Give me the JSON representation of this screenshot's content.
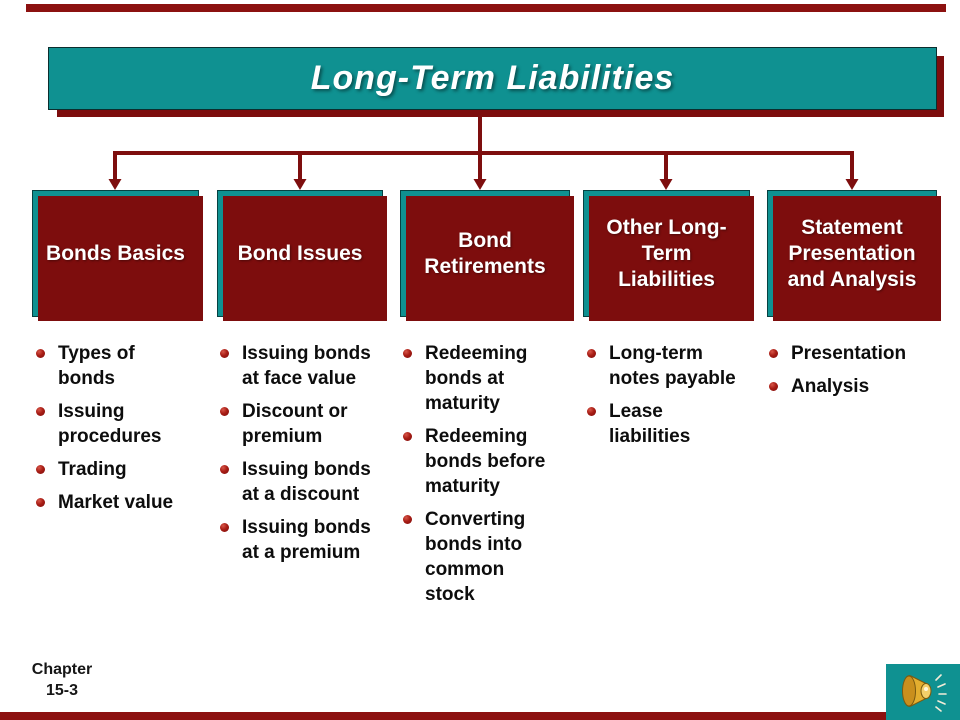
{
  "slide": {
    "title": "Long-Term Liabilities",
    "chapter": {
      "line1": "Chapter",
      "line2": "15-3"
    }
  },
  "colors": {
    "teal": "#0F9191",
    "shadow_maroon": "#7D0D0D",
    "connector_red": "#7E0E0E",
    "accent_bar_red": "#8C1110",
    "bullet_red": "#8A0F0F",
    "box_text": "#FFFFFF",
    "body_text": "#0D0D0D",
    "speaker_gold": "#D9A googles"
  },
  "columns": [
    {
      "heading": "Bonds Basics",
      "bullets": [
        "Types of\nbonds",
        "Issuing\nprocedures",
        "Trading",
        "Market value"
      ]
    },
    {
      "heading": "Bond Issues",
      "bullets": [
        "Issuing bonds\nat face value",
        "Discount or\npremium",
        "Issuing bonds\nat a discount",
        "Issuing bonds\nat a premium"
      ]
    },
    {
      "heading": "Bond\nRetirements",
      "bullets": [
        "Redeeming\nbonds at\nmaturity",
        "Redeeming\nbonds before\nmaturity",
        "Converting\nbonds into\ncommon\nstock"
      ]
    },
    {
      "heading": "Other Long-\nTerm\nLiabilities",
      "bullets": [
        "Long-term\nnotes payable",
        "Lease\nliabilities"
      ]
    },
    {
      "heading": "Statement\nPresentation\nand Analysis",
      "bullets": [
        "Presentation",
        "Analysis"
      ]
    }
  ]
}
